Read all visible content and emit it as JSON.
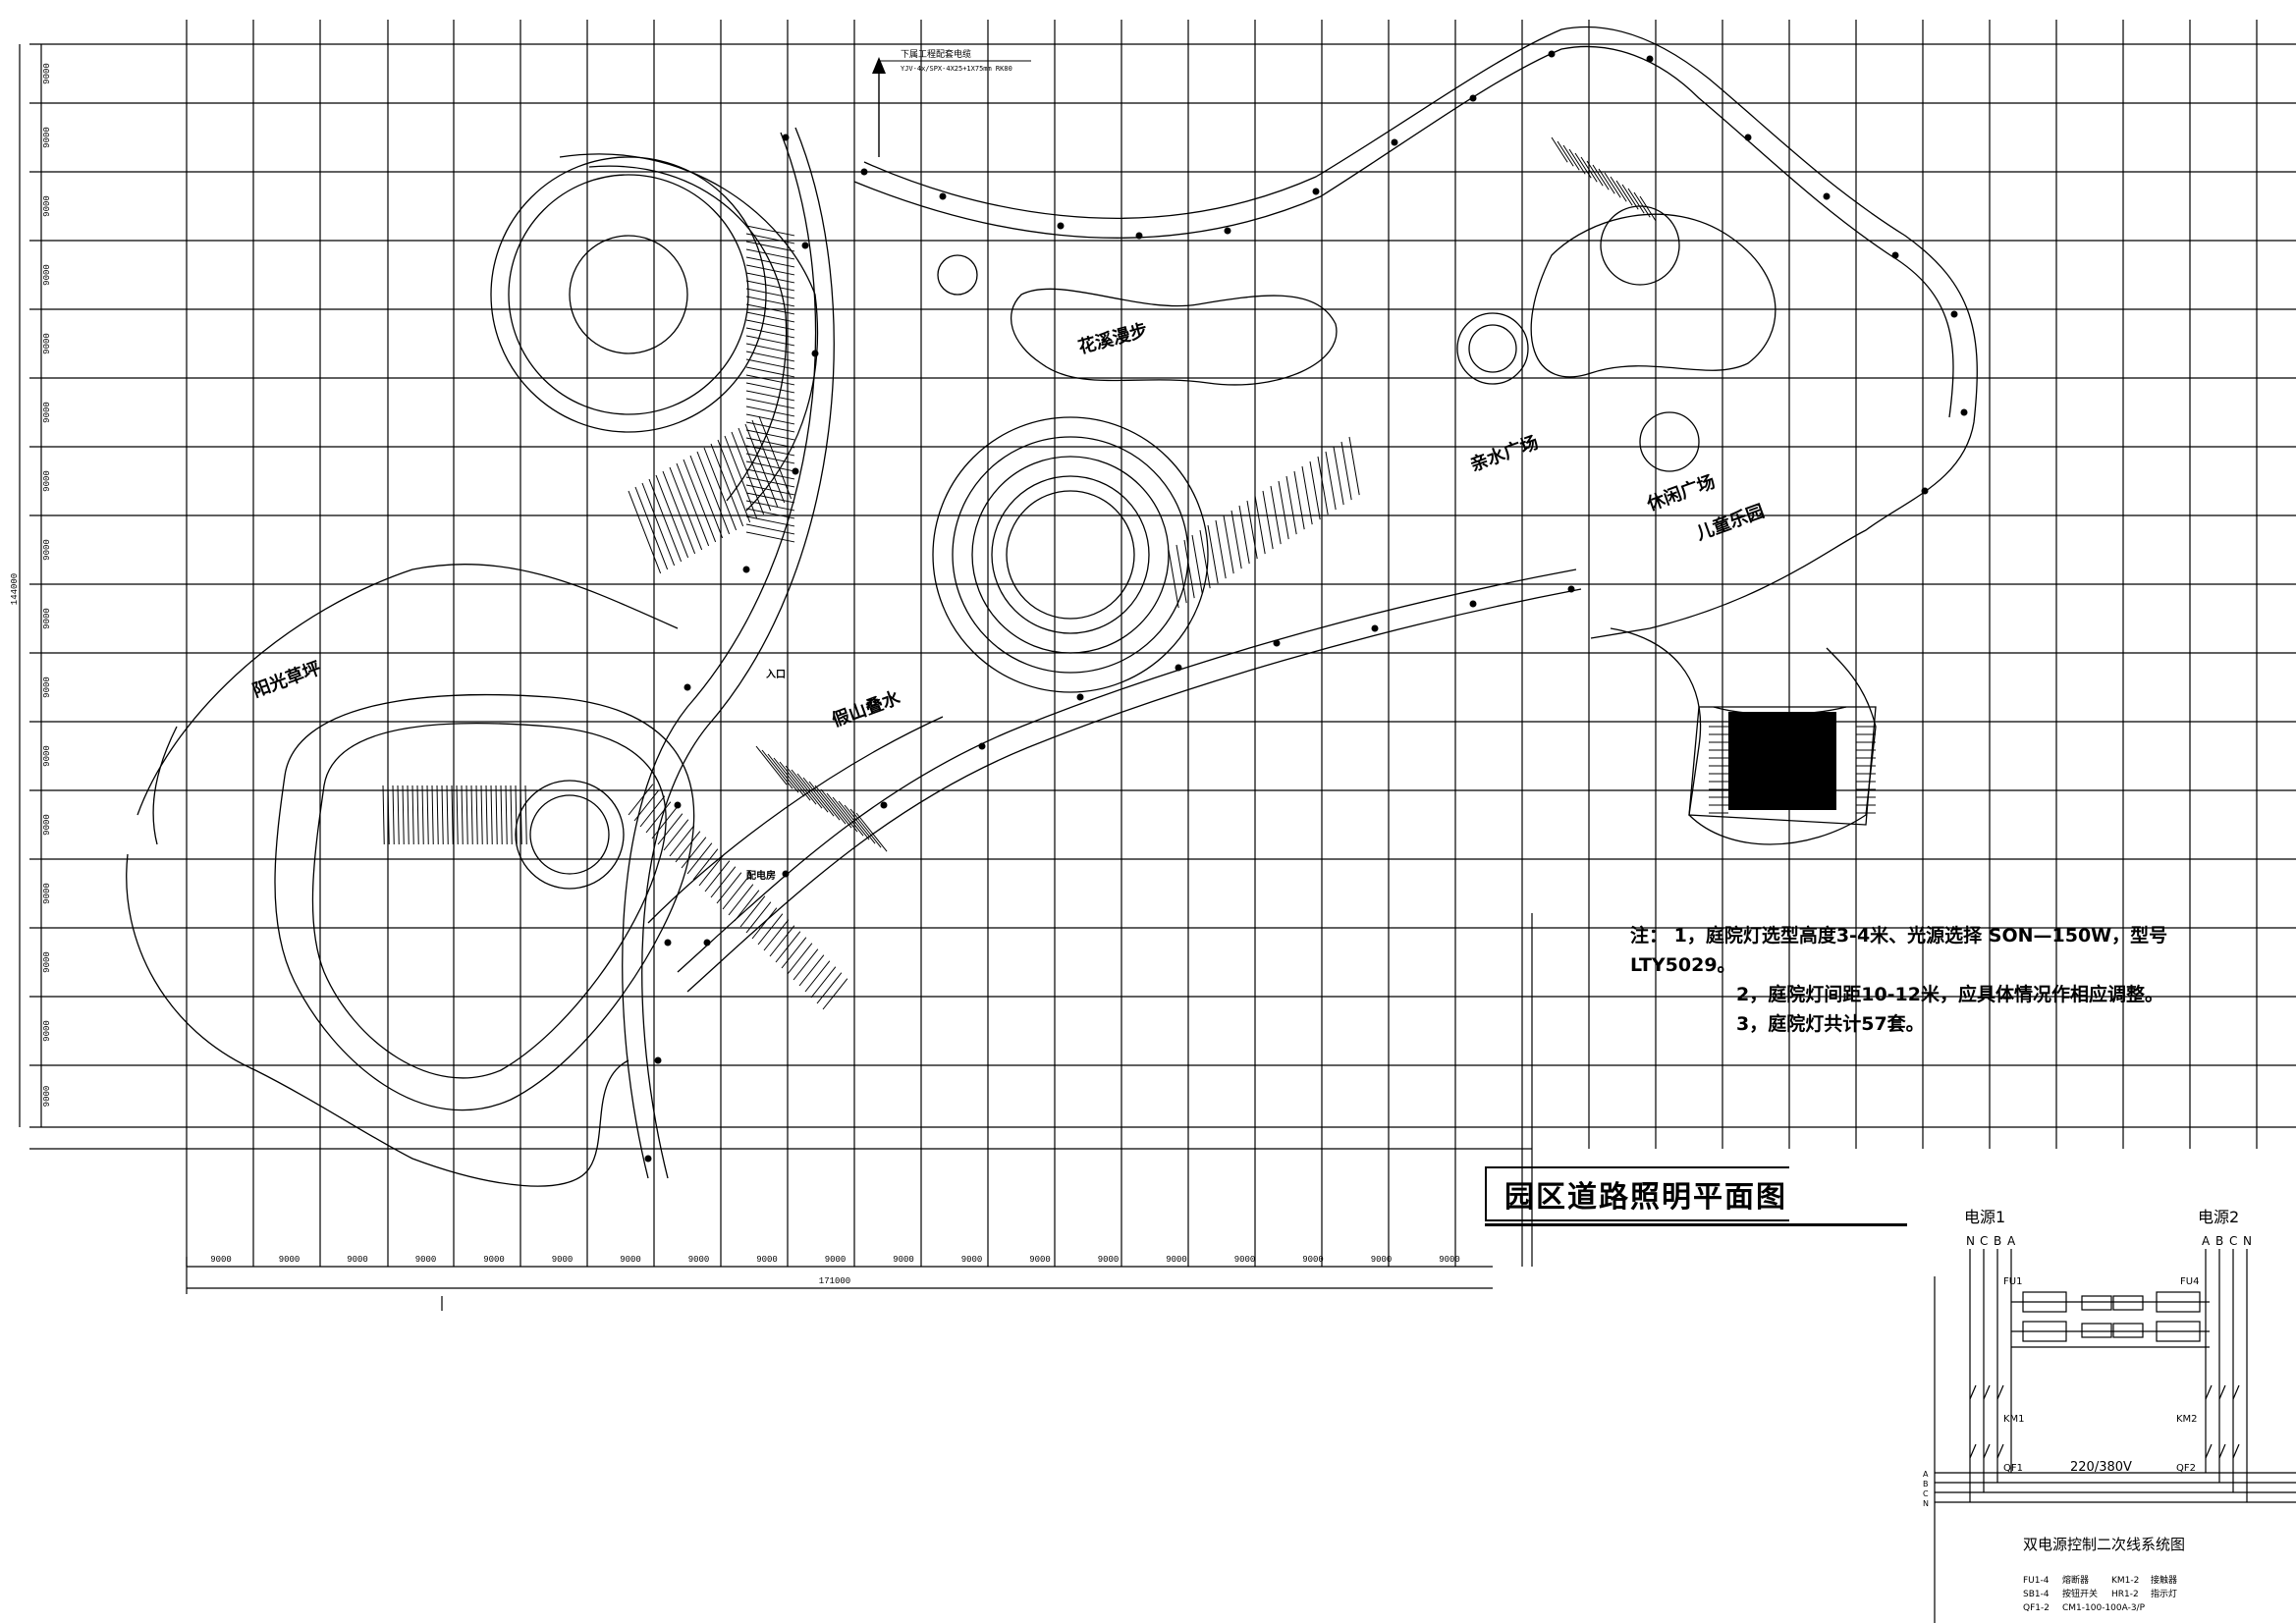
{
  "drawing": {
    "grid_module_label": "9000",
    "total_height_label": "144000",
    "total_width_label": "171000",
    "vertical_dims_count": 16,
    "horizontal_dims_count": 19
  },
  "top_annotation": {
    "line1": "下属工程配套电缆",
    "line2": "YJV-4x/SPX-4X25+1X75mm RK80"
  },
  "zone_labels": [
    {
      "id": "z1",
      "text": "花溪漫步"
    },
    {
      "id": "z2",
      "text": "亲水广场"
    },
    {
      "id": "z3",
      "text": "休闲广场"
    },
    {
      "id": "z4",
      "text": "儿童乐园"
    },
    {
      "id": "z5",
      "text": "阳光草坪"
    },
    {
      "id": "z6",
      "text": "假山叠水"
    },
    {
      "id": "z7",
      "text": "配电房"
    },
    {
      "id": "z8",
      "text": "入口"
    }
  ],
  "notes": {
    "line1": "注：   1，庭院灯选型高度3-4米、光源选择 SON—150W，型号",
    "line1b": "LTY5029。",
    "line2": "2，庭院灯间距10-12米，应具体情况作相应调整。",
    "line3": "3，庭院灯共计57套。"
  },
  "title": {
    "text": "园区道路照明平面图"
  },
  "schematic": {
    "source1": "电源1",
    "source2": "电源2",
    "phases_left": [
      "N",
      "C",
      "B",
      "A"
    ],
    "phases_right": [
      "A",
      "B",
      "C",
      "N"
    ],
    "fu1": "FU1",
    "fu4": "FU4",
    "km1": "KM1",
    "km2": "KM2",
    "qf1": "QF1",
    "qf2": "QF2",
    "voltage": "220/380V",
    "bus_labels": [
      "A",
      "B",
      "C",
      "N"
    ],
    "caption": "双电源控制二次线系统图",
    "legend": [
      {
        "code": "FU1-4",
        "desc": "熔断器",
        "code2": "KM1-2",
        "desc2": "接触器"
      },
      {
        "code": "SB1-4",
        "desc": "按钮开关",
        "code2": "HR1-2",
        "desc2": "指示灯"
      },
      {
        "code": "QF1-2",
        "desc": "CM1-100-100A-3/P",
        "code2": "",
        "desc2": ""
      }
    ]
  }
}
